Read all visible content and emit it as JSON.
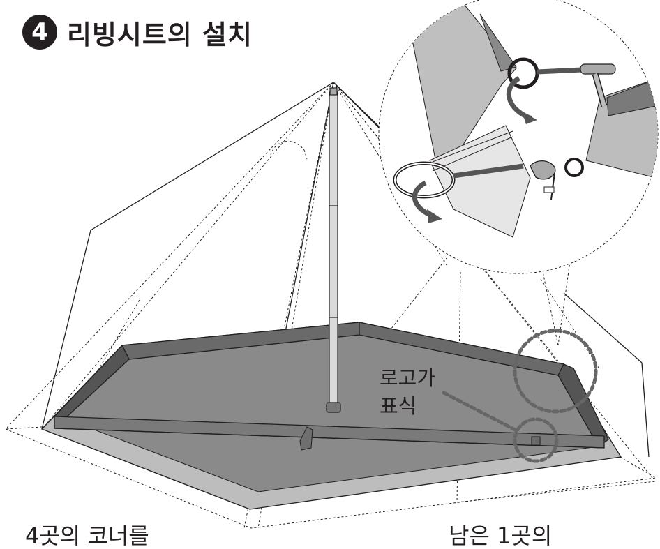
{
  "header": {
    "step_number": "4",
    "title": "리빙시트의 설치"
  },
  "callout": {
    "logo_line1": "로고가",
    "logo_line2": "표식"
  },
  "footer": {
    "left_caption": "4곳의 코너를",
    "right_caption": "남은 1곳의"
  },
  "colors": {
    "ink": "#231f20",
    "sheet_floor": "#888888",
    "sheet_wall": "#5e5e5e",
    "ground": "#c8c8c8",
    "arrow": "#555555"
  }
}
